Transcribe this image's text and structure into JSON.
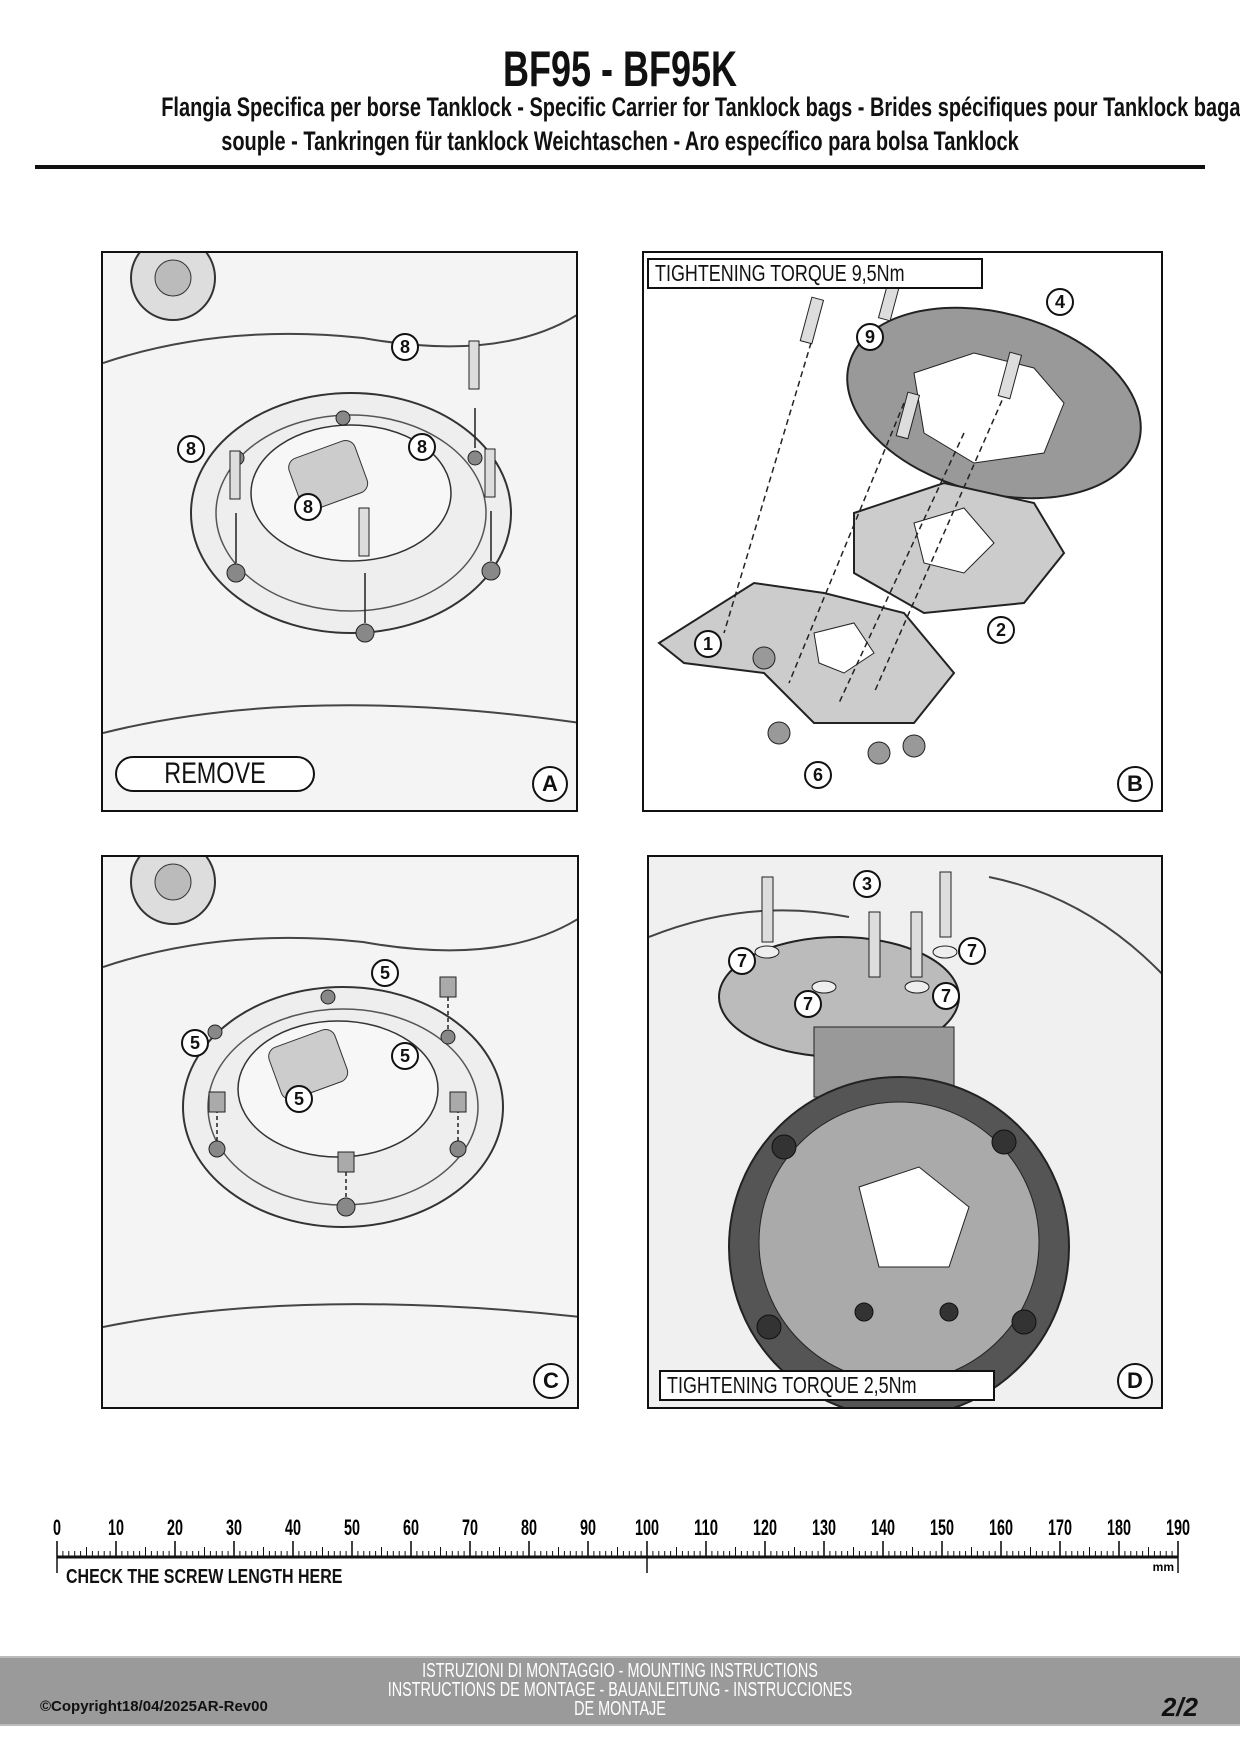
{
  "header": {
    "title": "BF95 - BF95K",
    "subtitle_line1": "Flangia Specifica per borse Tanklock - Specific Carrier for Tanklock bags - Brides spécifiques pour Tanklock bagagerie",
    "subtitle_line2": "souple - Tankringen für tanklock Weichtaschen - Aro específico para bolsa Tanklock"
  },
  "panels": {
    "A": {
      "letter": "A",
      "action": "REMOVE",
      "callouts": [
        "8",
        "8",
        "8",
        "8"
      ]
    },
    "B": {
      "letter": "B",
      "torque": "TIGHTENING TORQUE 9,5Nm",
      "callouts": [
        "4",
        "9",
        "1",
        "2",
        "6"
      ]
    },
    "C": {
      "letter": "C",
      "callouts": [
        "5",
        "5",
        "5",
        "5"
      ]
    },
    "D": {
      "letter": "D",
      "torque": "TIGHTENING TORQUE 2,5Nm",
      "callouts": [
        "3",
        "7",
        "7",
        "7",
        "7"
      ]
    }
  },
  "ruler": {
    "labels": [
      "0",
      "10",
      "20",
      "30",
      "40",
      "50",
      "60",
      "70",
      "80",
      "90",
      "100",
      "110",
      "120",
      "130",
      "140",
      "150",
      "160",
      "170",
      "180",
      "190"
    ],
    "unit": "mm",
    "note": "CHECK THE SCREW LENGTH HERE"
  },
  "footer": {
    "copyright": "©Copyright18/04/2025AR-Rev00",
    "line1": "ISTRUZIONI DI MONTAGGIO  -  MOUNTING INSTRUCTIONS",
    "line2": "INSTRUCTIONS DE MONTAGE - BAUANLEITUNG - INSTRUCCIONES",
    "line3": "DE MONTAJE",
    "page": "2/2"
  }
}
